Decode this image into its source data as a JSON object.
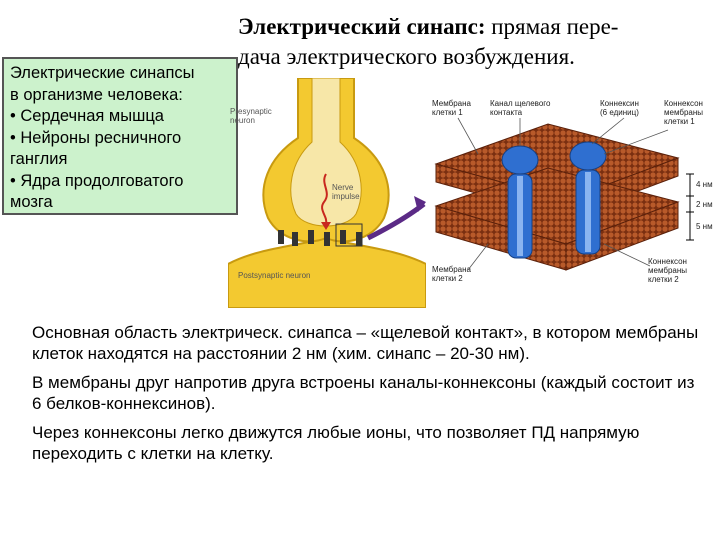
{
  "title": {
    "bold": "Электрический синапс:",
    "line1_rest": " прямая пере-",
    "line2": "дача электрического возбуждения."
  },
  "sidebar": {
    "heading_line1": "Электрические синапсы",
    "heading_line2": "в организме человека:",
    "items": [
      "• Сердечная мышца",
      "• Нейроны ресничного ганглия",
      "• Ядра продолговатого мозга"
    ]
  },
  "figure_left": {
    "presynaptic": [
      "Presynaptic",
      "neuron"
    ],
    "impulse": [
      "Nerve",
      "impulse"
    ],
    "postsynaptic": "Postsynaptic neuron"
  },
  "figure_right": {
    "membrane1": [
      "Мембрана",
      "клетки 1"
    ],
    "gap_channel": [
      "Канал щелевого",
      "контакта"
    ],
    "connexins": [
      "Коннексин",
      "(6 единиц)"
    ],
    "connexon1": [
      "Коннексон",
      "мембраны",
      "клетки 1"
    ],
    "dim_top": "4 нм",
    "dim_mid": "2 нм",
    "dim_bottom": "5 нм",
    "membrane2": [
      "Мембрана",
      "клетки 2"
    ],
    "connexon2": [
      "Коннексон",
      "мембраны",
      "клетки 2"
    ]
  },
  "paragraphs": [
    "Основная область электрическ. синапса – «щелевой контакт», в котором мембраны клеток находятся на расстоянии 2 нм (хим. синапс – 20-30 нм).",
    "В мембраны друг напротив друга встроены каналы-коннексоны (каждый состоит из 6 белков-коннексинов).",
    "Через коннексоны легко движутся любые ионы, что позволяет ПД напрямую переходить с клетки на клетку."
  ],
  "colors": {
    "neuron_yellow": "#f3c930",
    "neuron_outline": "#c89a10",
    "membrane_brown": "#a34a1e",
    "connexon_blue": "#2f6fd0",
    "sidebar_bg": "#ccf2cc",
    "arrow_purple": "#5b2a86"
  }
}
